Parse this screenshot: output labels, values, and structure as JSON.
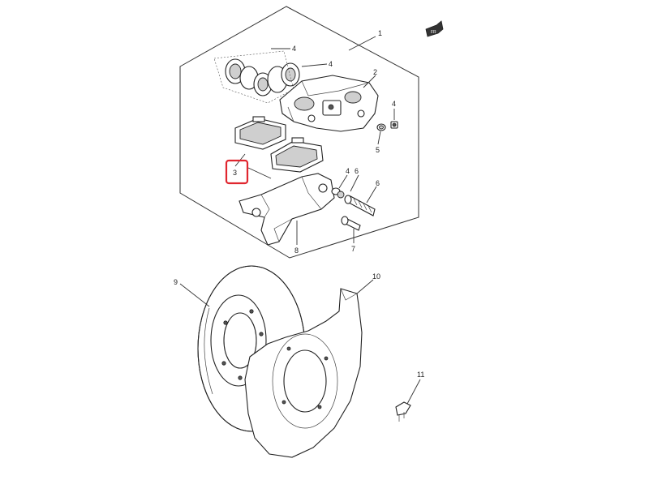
{
  "diagram": {
    "callouts": {
      "c1": "1",
      "c2": "2",
      "c3": "3",
      "c4a": "4",
      "c4b": "4",
      "c4c": "4",
      "c4d": "4",
      "c5": "5",
      "c6a": "6",
      "c6b": "6",
      "c7": "7",
      "c8": "8",
      "c9": "9",
      "c10": "10",
      "c11": "11"
    },
    "highlight": {
      "part": "3",
      "color": "#e0262f"
    },
    "direction_arrow": {
      "icon": "front-direction-arrow-icon",
      "text": "FR"
    }
  }
}
